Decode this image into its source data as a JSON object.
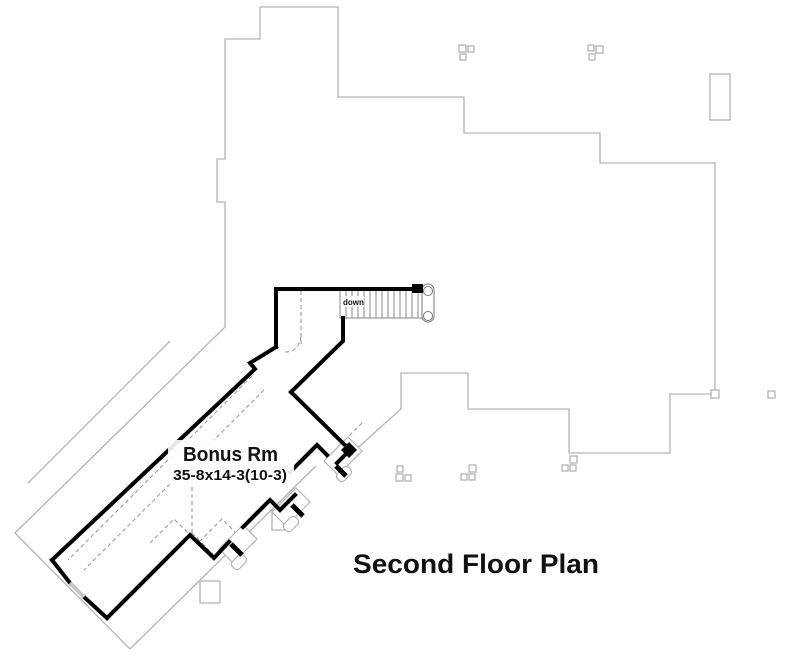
{
  "plan": {
    "title": "Second Floor Plan",
    "room": {
      "name": "Bonus Rm",
      "dimensions": "35-8x14-3(10-3)"
    },
    "stair_label": "down"
  },
  "colors": {
    "wall": "#000000",
    "footprint": "#b4b4b4",
    "dashed": "#9c9c9c",
    "tread": "#8a8a8a",
    "window_gap": "#c6c6c6",
    "text": "#111111"
  }
}
